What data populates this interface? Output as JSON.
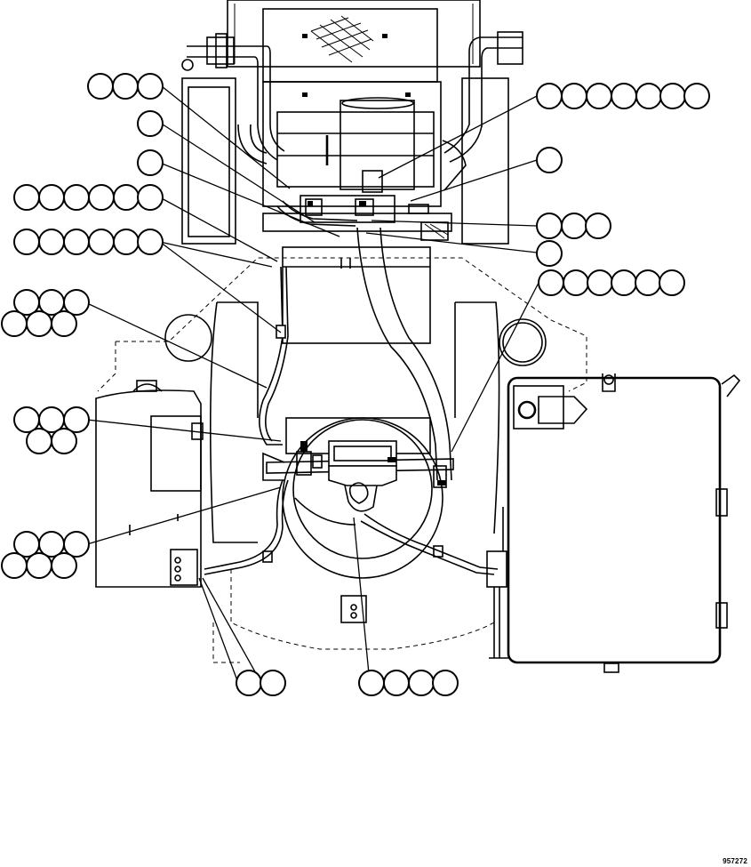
{
  "figure_id": "957272",
  "callout_groups": [
    {
      "name": "callout-group-top-left",
      "bubble_count": 3
    },
    {
      "name": "callout-group-top-right",
      "bubble_count": 7
    },
    {
      "name": "callout-single-left-1",
      "bubble_count": 1
    },
    {
      "name": "callout-single-right-1",
      "bubble_count": 1
    },
    {
      "name": "callout-single-left-2",
      "bubble_count": 1
    },
    {
      "name": "callout-group-left-6a",
      "bubble_count": 6
    },
    {
      "name": "callout-group-right-3",
      "bubble_count": 3
    },
    {
      "name": "callout-group-left-6b",
      "bubble_count": 6
    },
    {
      "name": "callout-single-right-2",
      "bubble_count": 1
    },
    {
      "name": "callout-group-right-6",
      "bubble_count": 6
    },
    {
      "name": "callout-group-left-6c",
      "bubble_count": 6
    },
    {
      "name": "callout-group-left-5",
      "bubble_count": 5
    },
    {
      "name": "callout-group-left-6d",
      "bubble_count": 6
    },
    {
      "name": "callout-group-bottom-2",
      "bubble_count": 2
    },
    {
      "name": "callout-group-bottom-4",
      "bubble_count": 4
    }
  ]
}
